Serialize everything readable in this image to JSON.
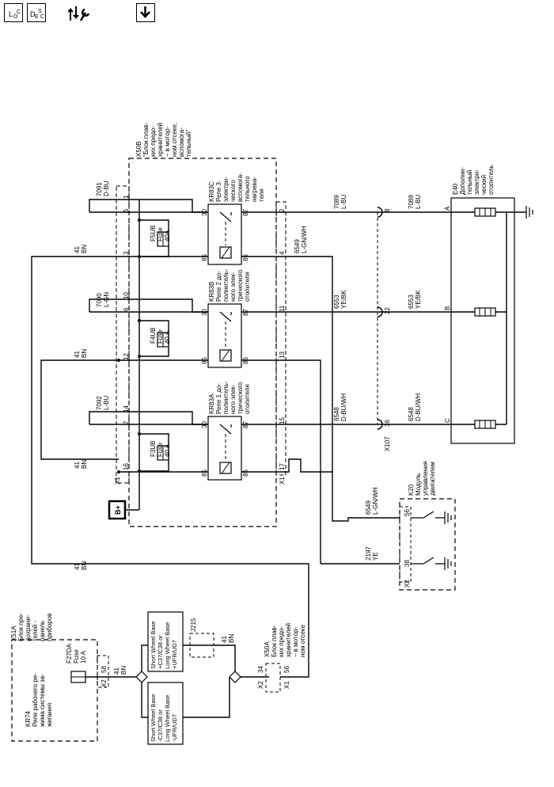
{
  "toolbar": {
    "loc": {
      "a": "L",
      "b": "O",
      "c": "C"
    },
    "desc": {
      "a": "D",
      "b": "E",
      "c": "S",
      "d": "C"
    }
  },
  "nets": {
    "w7091": {
      "num": "7091",
      "color": "D-BU"
    },
    "w7089a": {
      "num": "7089",
      "color": "L-BU"
    },
    "w7089b": {
      "num": "7089",
      "color": "L-BU"
    },
    "w6549a": {
      "num": "6549",
      "color": "L-GN/WH"
    },
    "w6549b": {
      "num": "6549",
      "color": "L-GN/WH"
    },
    "w7090": {
      "num": "7090",
      "color": "L-GN"
    },
    "w6553a": {
      "num": "6553",
      "color": "YE/BK"
    },
    "w6553b": {
      "num": "6553",
      "color": "YE/BK"
    },
    "w7092": {
      "num": "7092",
      "color": "L-BU"
    },
    "w6548a": {
      "num": "6548",
      "color": "D-BU/WH"
    },
    "w6548b": {
      "num": "6548",
      "color": "D-BU/WH"
    },
    "w41": {
      "num": "41",
      "color": "BN"
    },
    "w2197": {
      "num": "2197",
      "color": "YE"
    }
  },
  "x50b": {
    "id": "X50B",
    "desc": [
      "\"Блок плав-",
      "ких предо-",
      "хранителей",
      "– в мотор-",
      "ном отсеке,",
      "вспомога-",
      "тельный\""
    ]
  },
  "relays": {
    "kr83c": {
      "id": "KR83C",
      "desc": [
        "Реле 3",
        "электри-",
        "ческого",
        "вспомога-",
        "тельного",
        "нагрева-",
        "теля"
      ]
    },
    "kr83b": {
      "id": "KR83B",
      "desc": [
        "Реле 2 до-",
        "полнитель-",
        "ного элек-",
        "трического",
        "отопителя"
      ]
    },
    "kr83a": {
      "id": "KR83A",
      "desc": [
        "Реле 1 до-",
        "полнитель-",
        "ного элек-",
        "трического",
        "отопителя"
      ]
    }
  },
  "fuses": {
    "f5ub": {
      "id": "F5UB",
      "type": "Fuse",
      "rating": "40A"
    },
    "f4ub": {
      "id": "F4UB",
      "type": "Fuse",
      "rating": "40 A"
    },
    "f3ub": {
      "id": "F3UB",
      "type": "Fuse",
      "rating": "40 A"
    },
    "f27da": {
      "id": "F27DA",
      "type": "Fuse",
      "rating": "10 A"
    }
  },
  "relay_pins": {
    "p30": "30",
    "p87": "87",
    "p85": "85",
    "p86": "86"
  },
  "pins_left": [
    "5",
    "1",
    "3",
    "6",
    "10",
    "12",
    "14",
    "7",
    "16"
  ],
  "pins_right": [
    "2",
    "4",
    "11",
    "13",
    "15",
    "17"
  ],
  "pins_x107": [
    "8",
    "22",
    "36"
  ],
  "connectors": {
    "x1": "X1",
    "x2": "X2",
    "x107": "X107",
    "bplus": "B+",
    "j215": "J215"
  },
  "heater": {
    "id": "E40",
    "desc": [
      "Дополни-",
      "тельный",
      "электри-",
      "ческий",
      "отопитель"
    ],
    "pins": [
      "A",
      "B",
      "C"
    ]
  },
  "k20": {
    "id": "K20",
    "desc": [
      "Модуль",
      "управления",
      "двигателем"
    ],
    "pins": [
      "56",
      "38"
    ]
  },
  "x51a": {
    "id": "X51A",
    "desc": [
      "Блок пре-",
      "дохрани-",
      "телей -",
      "панель",
      "приборов"
    ]
  },
  "kr74": {
    "id": "KR74",
    "desc": [
      "Реле рабочего ре-",
      "жима системы за-",
      "жигания"
    ],
    "pin": "58"
  },
  "x50a": {
    "id": "X50A",
    "desc": [
      "Блок плав-",
      "ких предо-",
      "хранителей",
      "– в мотор-",
      "ном отсеке"
    ],
    "pins": [
      "34",
      "56"
    ]
  },
  "options": {
    "upper": [
      "Short Wheel Base",
      "+C37/C38 or",
      "Long Wheel Base",
      "+UFR/UD7"
    ],
    "lower": [
      "Short Wheel Base",
      "-C37/C38 or",
      "Long Wheel Base",
      "-UFR/UD7"
    ]
  }
}
